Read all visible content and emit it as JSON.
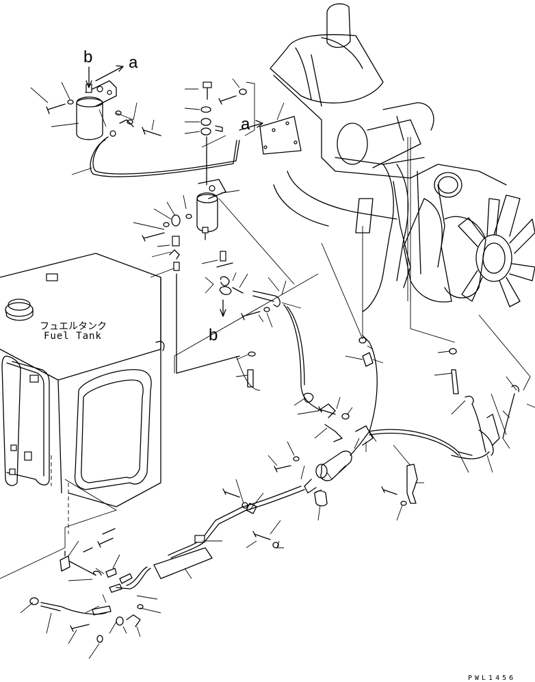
{
  "diagram": {
    "callouts": {
      "view_b_top": "b",
      "view_a_top": "a",
      "view_a_bracket": "a",
      "view_b_lower": "b"
    },
    "fuel_tank": {
      "label_jp": "フュエルタンク",
      "label_en": "Fuel Tank"
    },
    "drawing_number": "PWL1456",
    "line_color": "#000000",
    "background_color": "#ffffff",
    "icons": [
      "fuel-filter-icon",
      "water-separator-icon",
      "engine-icon",
      "fan-icon",
      "fuel-tank-icon",
      "inline-filter-icon",
      "bolt-icon",
      "washer-icon",
      "clamp-icon",
      "hose-icon"
    ]
  }
}
